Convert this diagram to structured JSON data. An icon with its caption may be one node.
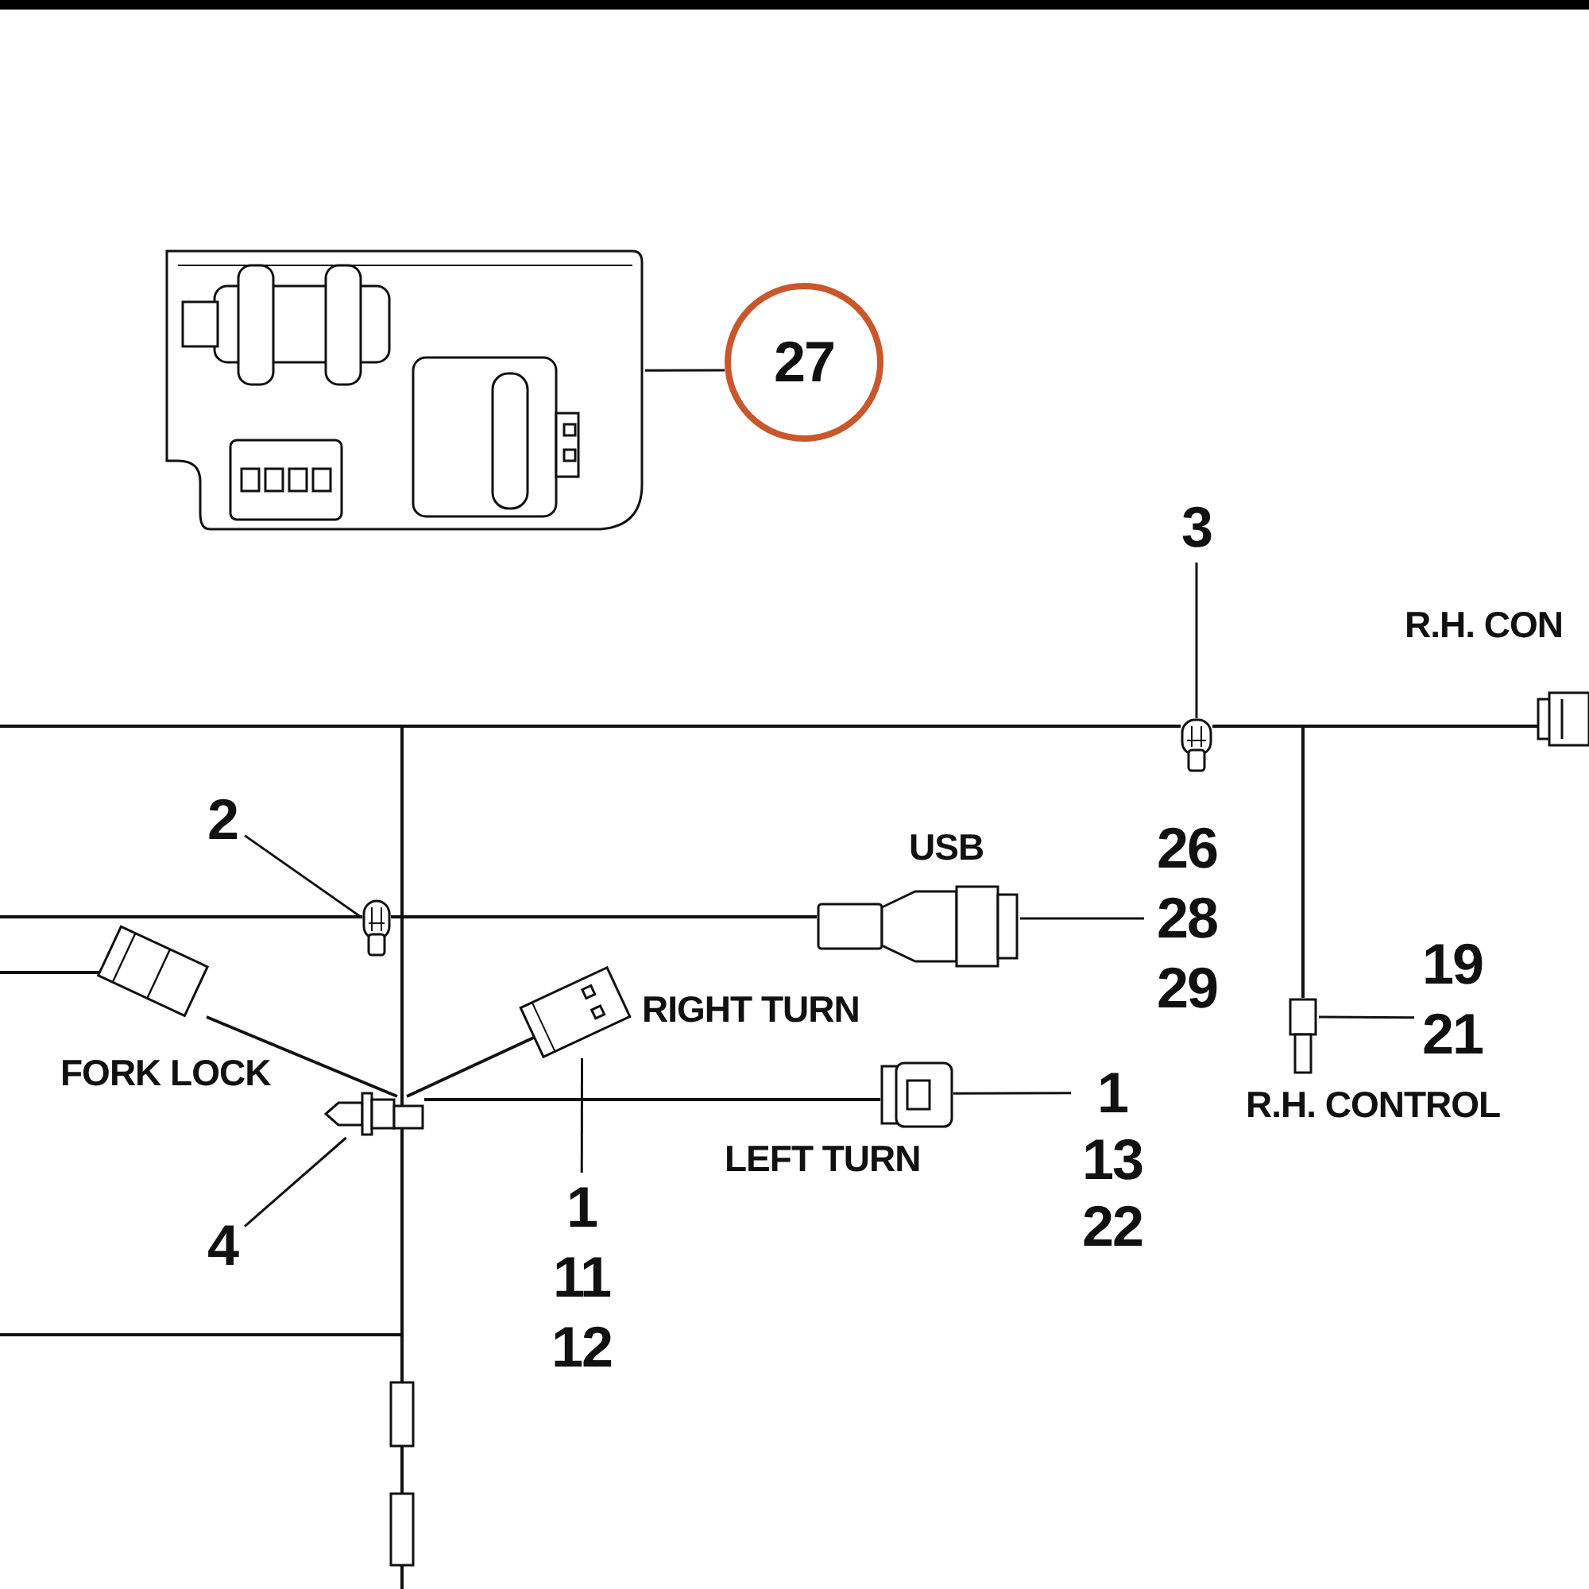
{
  "diagram": {
    "nodes": [
      {
        "text": [],
        "shape": "picture"
      },
      {
        "text": [
          "27"
        ]
      },
      {
        "text": [
          "3"
        ]
      },
      {
        "text": [],
        "shape": "picture"
      },
      {
        "text": [
          "2"
        ]
      },
      {
        "text": [],
        "shape": "picture"
      },
      {
        "text": [],
        "shape": "picture",
        "beside": [
          "USB"
        ]
      },
      {
        "text": [
          "26",
          "28",
          "29"
        ]
      },
      {
        "text": [],
        "shape": "picture",
        "beside": [
          "R.H. CONTROL"
        ]
      },
      {
        "text": [
          "19",
          "21"
        ]
      },
      {
        "text": [],
        "shape": "picture",
        "beside": [
          "RIGHT TURN"
        ]
      },
      {
        "text": [
          "1",
          "11",
          "12"
        ]
      },
      {
        "text": [],
        "shape": "picture",
        "beside": [
          "LEFT TURN"
        ]
      },
      {
        "text": [
          "1",
          "13",
          "22"
        ]
      },
      {
        "text": [],
        "shape": "picture"
      },
      {
        "text": [
          "4"
        ]
      }
    ],
    "edges": [
      {
        "from": 1,
        "to": 0,
        "arrow": "none"
      },
      {
        "from": 2,
        "to": 3,
        "arrow": "none"
      },
      {
        "from": 4,
        "to": 5,
        "arrow": "none"
      },
      {
        "from": 7,
        "to": 6,
        "arrow": "none"
      },
      {
        "from": 9,
        "to": 8,
        "arrow": "none"
      },
      {
        "from": 11,
        "to": 10,
        "arrow": "none"
      },
      {
        "from": 13,
        "to": 12,
        "arrow": "none"
      },
      {
        "from": 15,
        "to": 14,
        "arrow": "none"
      }
    ],
    "labels": [
      "R.H. CON",
      "FORK LOCK"
    ]
  }
}
